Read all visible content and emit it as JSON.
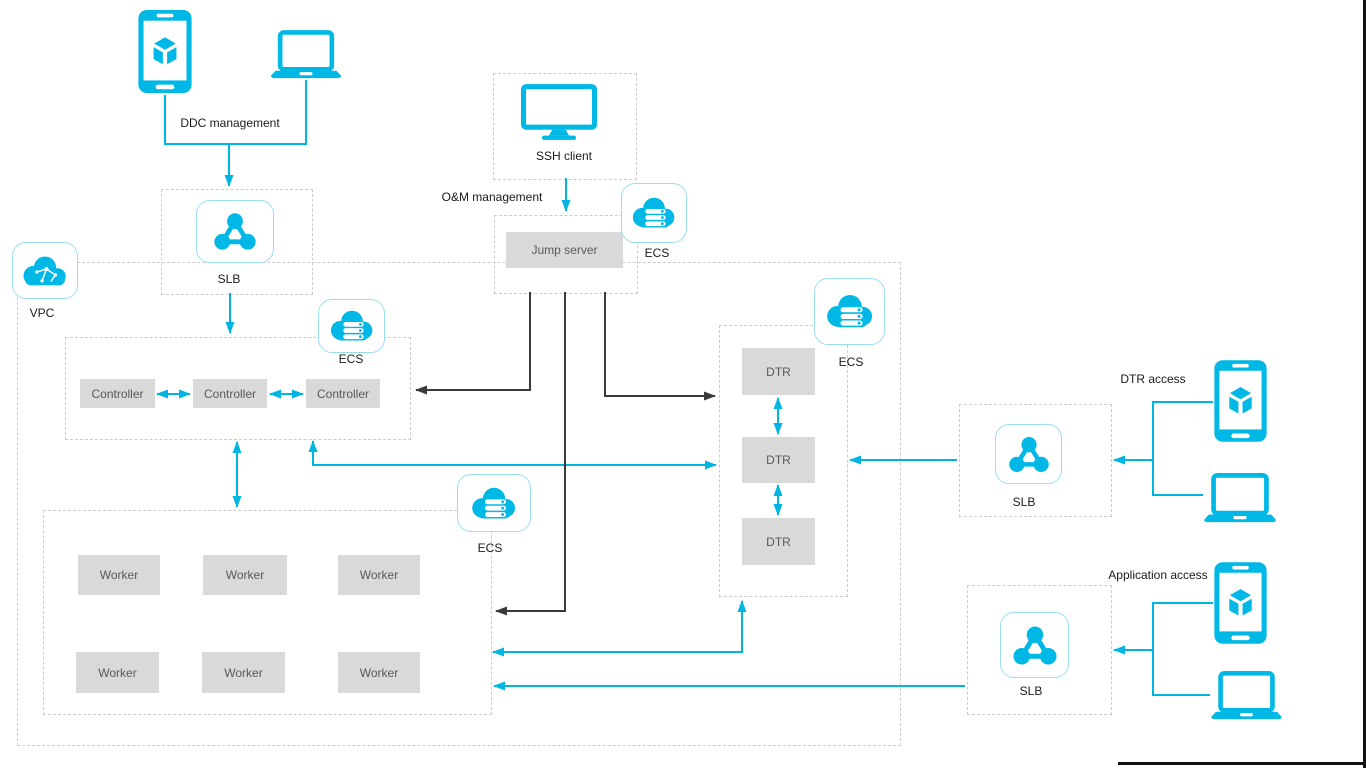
{
  "diagram": {
    "colors": {
      "accent": "#00b5e2",
      "icon_fill": "#00b8e6",
      "tile_border": "#9adef0",
      "node_fill": "#d9d9d9",
      "node_text": "#595959",
      "dashed": "#cccccc",
      "black_connector": "#3a3a3a"
    },
    "ddc": {
      "label": "DDC management"
    },
    "om": {
      "label": "O&M management",
      "ssh_client": "SSH client",
      "jump_server": "Jump server",
      "ecs": "ECS"
    },
    "vpc": {
      "label": "VPC"
    },
    "slb_top": {
      "label": "SLB"
    },
    "controllers": {
      "ecs": "ECS",
      "nodes": [
        "Controller",
        "Controller",
        "Controller"
      ]
    },
    "workers": {
      "ecs": "ECS",
      "nodes": [
        "Worker",
        "Worker",
        "Worker",
        "Worker",
        "Worker",
        "Worker"
      ]
    },
    "dtr": {
      "ecs": "ECS",
      "nodes": [
        "DTR",
        "DTR",
        "DTR"
      ]
    },
    "dtr_access": {
      "label": "DTR access",
      "slb": "SLB"
    },
    "app_access": {
      "label": "Application access",
      "slb": "SLB"
    }
  }
}
